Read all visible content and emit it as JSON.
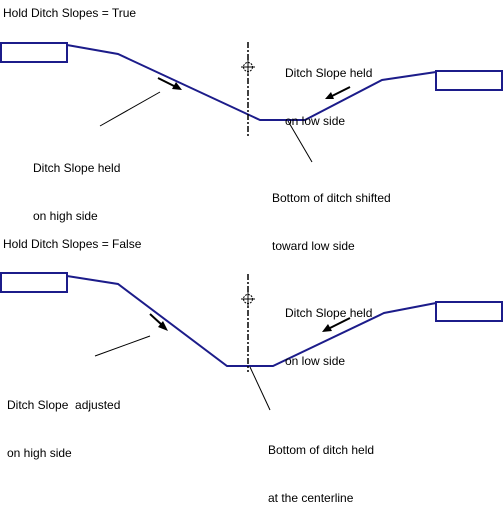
{
  "top": {
    "title": "Hold Ditch Slopes = True",
    "low_side_label": [
      "Ditch Slope held",
      "on low side"
    ],
    "high_side_label": [
      "Ditch Slope held",
      "on high side"
    ],
    "bottom_label": [
      "Bottom of ditch shifted",
      "toward low side"
    ]
  },
  "bottom": {
    "title": "Hold Ditch Slopes = False",
    "low_side_label": [
      "Ditch Slope held",
      "on low side"
    ],
    "high_side_label": [
      "Ditch Slope  adjusted",
      "on high side"
    ],
    "bottom_label": [
      "Bottom of ditch held",
      "at the centerline"
    ]
  },
  "colors": {
    "ditch_line": "#1c1c8a",
    "leader": "#000000",
    "background": "#ffffff"
  }
}
